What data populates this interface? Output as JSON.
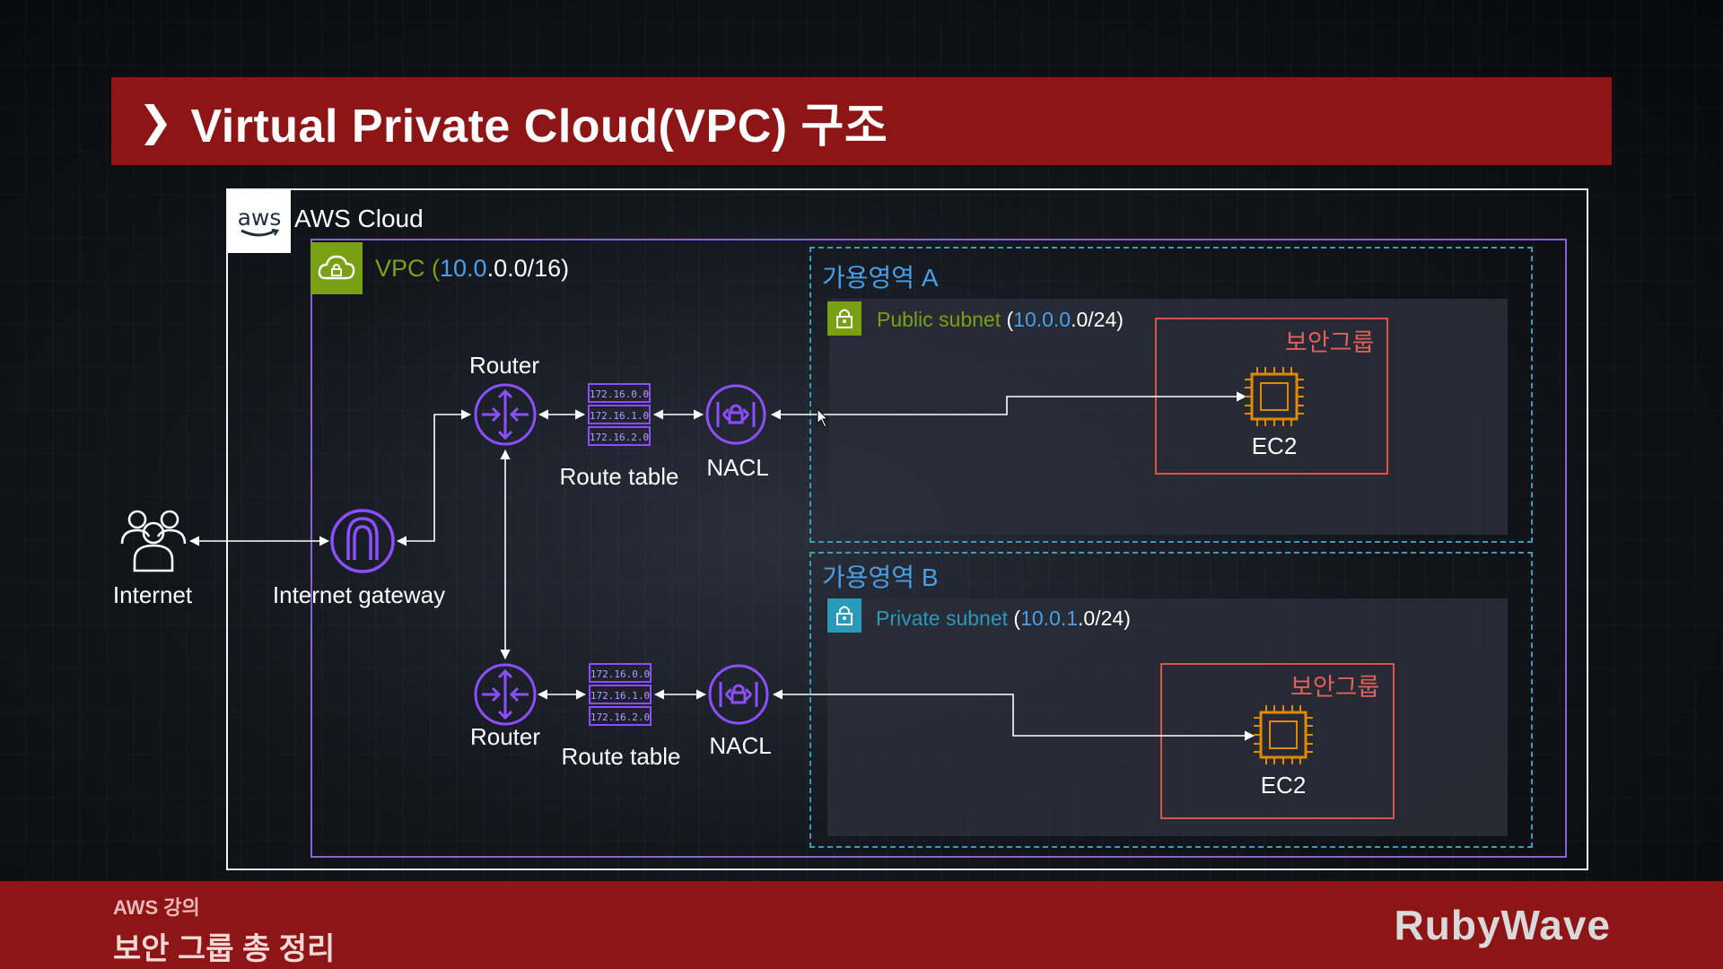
{
  "title": "Virtual Private Cloud(VPC) 구조",
  "aws_cloud_label": "AWS Cloud",
  "aws_logo_text": "aws",
  "vpc": {
    "prefix": "VPC (",
    "cidr_blue": "10.0",
    "cidr_rest": ".0.0/16)"
  },
  "az_a": {
    "label": "가용영역 A"
  },
  "az_b": {
    "label": "가용영역 B"
  },
  "public_subnet": {
    "name": "Public subnet",
    "open": " (",
    "cidr_blue": "10.0.0",
    "cidr_rest": ".0/24)"
  },
  "private_subnet": {
    "name": "Private subnet",
    "open": " (",
    "cidr_blue": "10.0.1",
    "cidr_rest": ".0/24)"
  },
  "security_group_label": "보안그룹",
  "ec2_label": "EC2",
  "nodes": {
    "internet": "Internet",
    "internet_gateway": "Internet gateway",
    "router": "Router",
    "route_table": "Route table",
    "nacl": "NACL"
  },
  "route_table_entries": [
    "172.16.0.0",
    "172.16.1.0",
    "172.16.2.0"
  ],
  "footer": {
    "sub": "AWS 강의",
    "main": "보안 그룹 총 정리",
    "brand": "RubyWave"
  },
  "colors": {
    "title_bar": "#8e1516",
    "vpc_border": "#8a63d2",
    "vpc_green": "#7aa116",
    "cidr_blue": "#4aa0e6",
    "az_border": "#3d9bb4",
    "security_group": "#d9534f",
    "ec2_orange": "#e08a00",
    "node_purple": "#8c4fff"
  }
}
